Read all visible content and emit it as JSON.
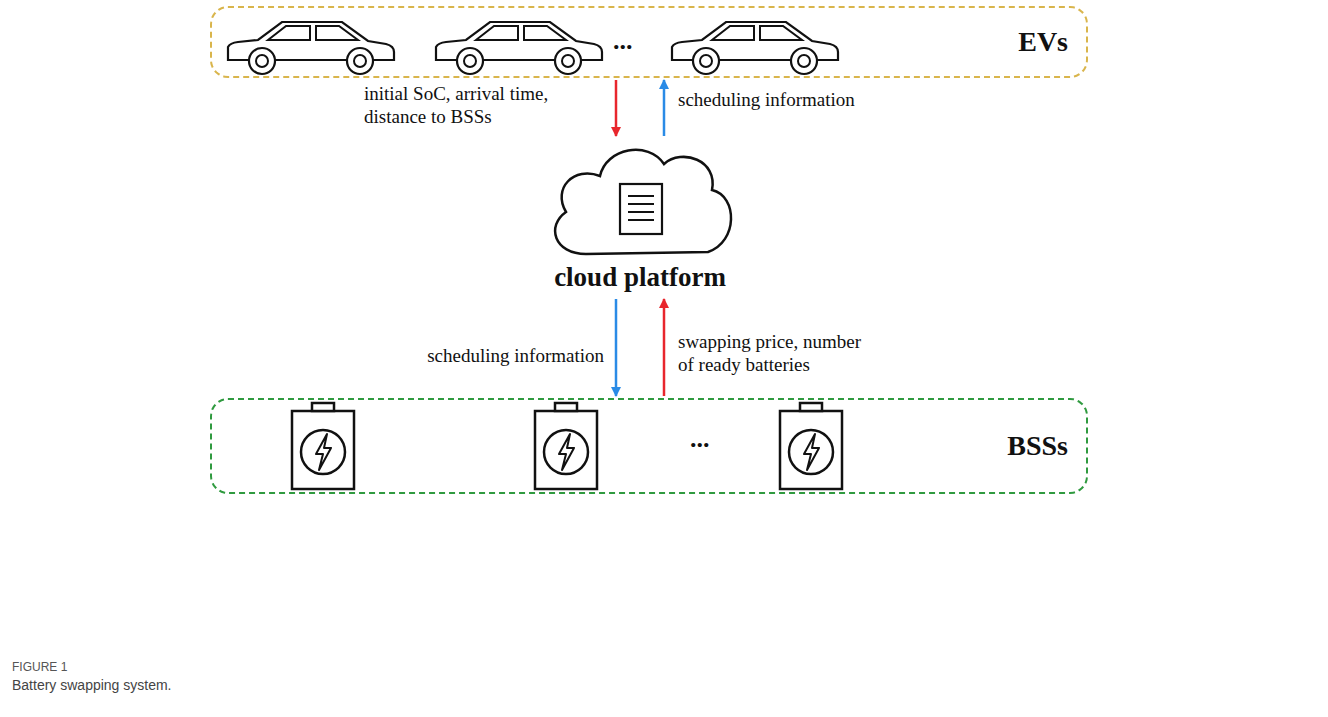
{
  "diagram": {
    "caption": "Battery swapping system.",
    "nodes": [
      {
        "text": [
          "EVs"
        ]
      },
      {
        "text": [
          "cloud platform"
        ]
      },
      {
        "text": [
          "BSSs"
        ]
      }
    ],
    "edges": [
      {
        "from": 0,
        "to": 1,
        "arrow": "to",
        "label": "initial SoC, arrival time, distance to BSSs"
      },
      {
        "from": 1,
        "to": 0,
        "arrow": "to",
        "label": "scheduling information"
      },
      {
        "from": 1,
        "to": 2,
        "arrow": "to",
        "label": "scheduling information"
      },
      {
        "from": 2,
        "to": 1,
        "arrow": "to",
        "label": "swapping price, number of ready batteries"
      }
    ],
    "labels": [
      "...",
      "...",
      "FIGURE 1"
    ]
  }
}
